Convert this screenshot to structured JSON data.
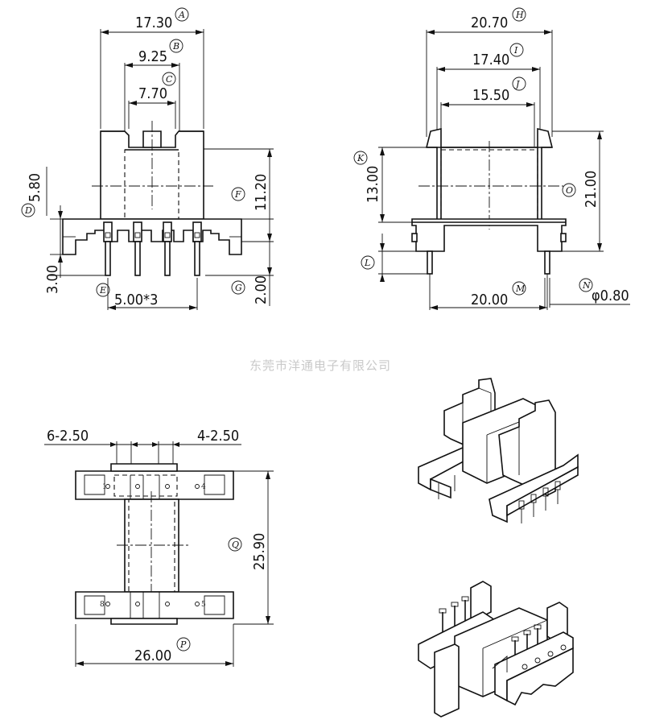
{
  "front_view": {
    "dim_a": "17.30",
    "label_a": "A",
    "dim_b": "9.25",
    "label_b": "B",
    "dim_c": "7.70",
    "label_c": "C",
    "dim_d": "5.80",
    "label_d": "D",
    "dim_e": "5.00*3",
    "label_e": "E",
    "dim_f": "11.20",
    "label_f": "F",
    "dim_g": "2.00",
    "label_g": "G",
    "dim_3": "3.00"
  },
  "side_view": {
    "dim_h": "20.70",
    "label_h": "H",
    "dim_i": "17.40",
    "label_i": "I",
    "dim_j": "15.50",
    "label_j": "J",
    "dim_k": "13.00",
    "label_k": "K",
    "label_l": "L",
    "dim_m": "20.00",
    "label_m": "M",
    "dim_n": "φ0.80",
    "label_n": "N",
    "dim_o": "21.00",
    "label_o": "O"
  },
  "top_view": {
    "dim_left_pins": "6-2.50",
    "dim_right_pins": "4-2.50",
    "dim_p": "26.00",
    "label_p": "P",
    "dim_q": "25.90",
    "label_q": "Q",
    "pin_1": "1",
    "pin_4": "4",
    "pin_8": "8",
    "pin_5": "5"
  },
  "watermark": "东莞市洋通电子有限公司"
}
